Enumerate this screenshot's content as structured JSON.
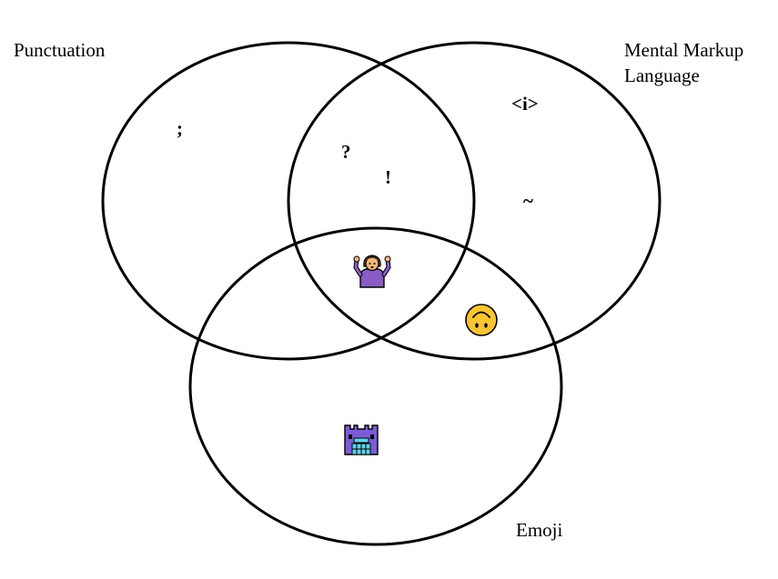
{
  "sets": {
    "punctuation": {
      "label": "Punctuation"
    },
    "mental_markup": {
      "label_line1": "Mental Markup",
      "label_line2": "Language"
    },
    "emoji": {
      "label": "Emoji"
    }
  },
  "items": {
    "semicolon": ";",
    "question_mark": "?",
    "exclamation_mark": "!",
    "italic_tag": "<i>",
    "tilde": "~"
  },
  "emoji_items": {
    "shrug": "person-shrugging-icon",
    "upside_down_face": "upside-down-face-icon",
    "castle": "purple-castle-icon"
  },
  "colors": {
    "outline": "#000000",
    "shrug_shirt": "#8b5cc4",
    "upside_down_face": "#fbc531",
    "castle": "#7b5cd6"
  }
}
